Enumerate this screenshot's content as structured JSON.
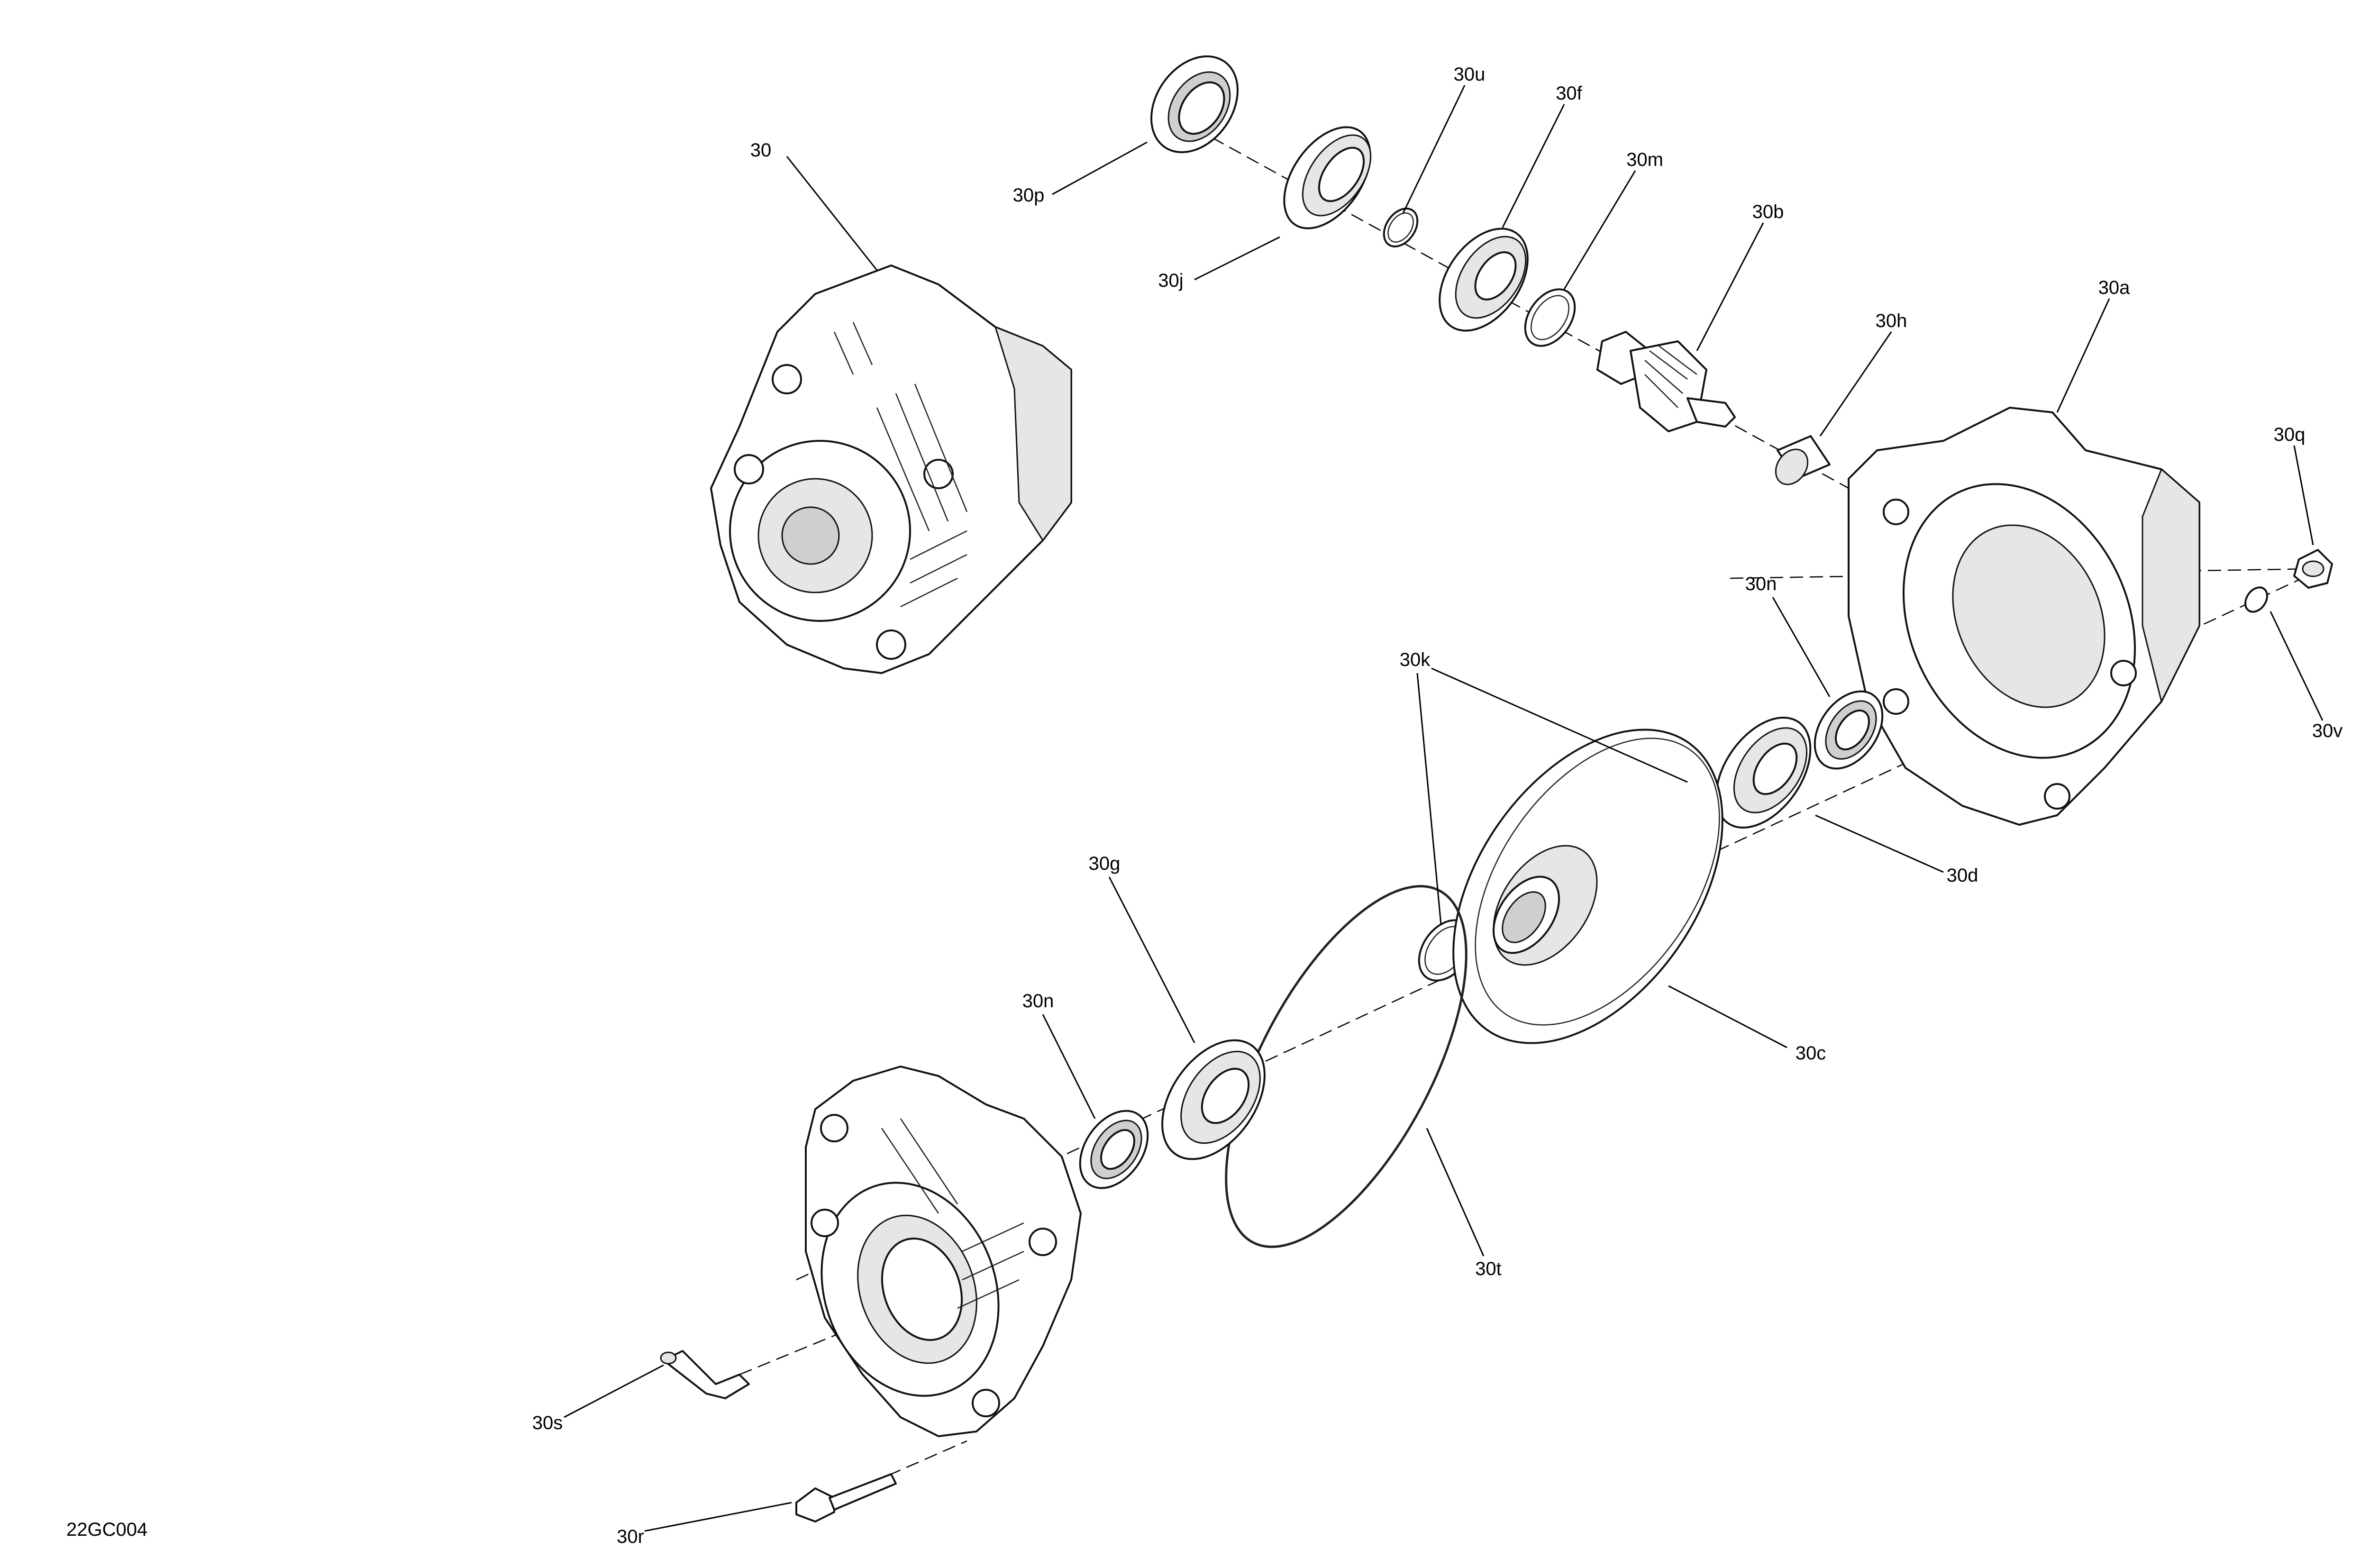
{
  "figure_code": "22GC004",
  "parts": [
    {
      "id": "30"
    },
    {
      "id": "30p"
    },
    {
      "id": "30j"
    },
    {
      "id": "30u"
    },
    {
      "id": "30f"
    },
    {
      "id": "30m"
    },
    {
      "id": "30b"
    },
    {
      "id": "30h"
    },
    {
      "id": "30a"
    },
    {
      "id": "30q"
    },
    {
      "id": "30v"
    },
    {
      "id": "30n"
    },
    {
      "id": "30k"
    },
    {
      "id": "30d"
    },
    {
      "id": "30g"
    },
    {
      "id": "30n"
    },
    {
      "id": "30c"
    },
    {
      "id": "30t"
    },
    {
      "id": "30s"
    },
    {
      "id": "30r"
    }
  ]
}
